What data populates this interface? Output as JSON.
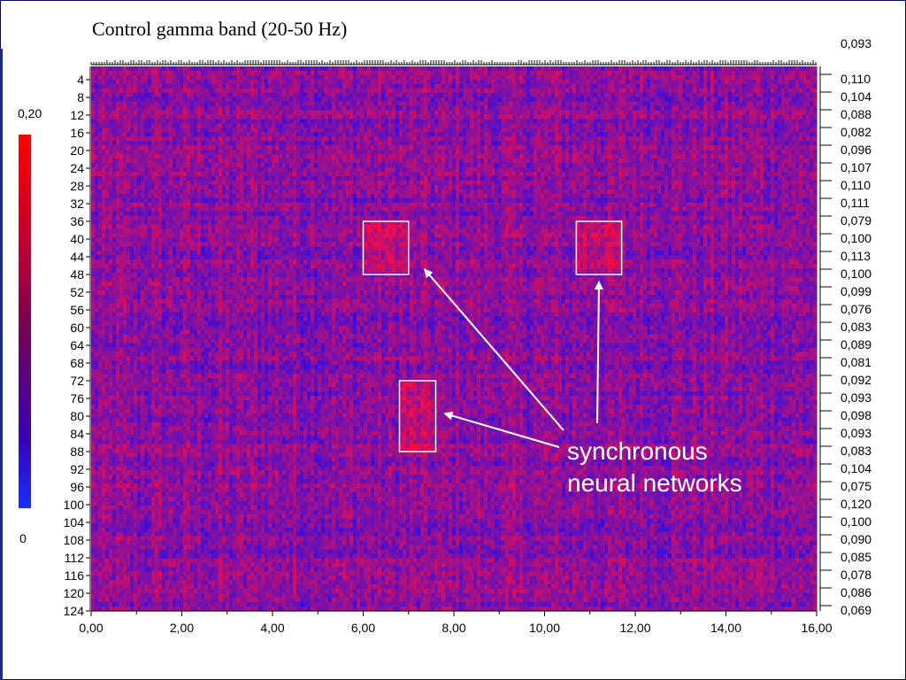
{
  "chart_data": {
    "type": "heatmap",
    "title": "Control  gamma band (20-50 Hz)",
    "xlim": [
      0,
      16
    ],
    "ylim": [
      1,
      124
    ],
    "x_tick_labels": [
      "0,00",
      "2,00",
      "4,00",
      "6,00",
      "8,00",
      "10,00",
      "12,00",
      "14,00",
      "16,00"
    ],
    "y_tick_labels": [
      "4",
      "8",
      "12",
      "16",
      "20",
      "24",
      "28",
      "32",
      "36",
      "40",
      "44",
      "48",
      "52",
      "56",
      "60",
      "64",
      "68",
      "72",
      "76",
      "80",
      "84",
      "88",
      "92",
      "96",
      "100",
      "104",
      "108",
      "112",
      "116",
      "120",
      "124"
    ],
    "colorbar": {
      "max_label": "0,20",
      "min_label": "0",
      "range": [
        0,
        0.2
      ],
      "high_color": "#ff0000",
      "low_color": "#1530ff"
    },
    "row_mean_top": "0,093",
    "row_means": [
      "0,110",
      "0,104",
      "0,088",
      "0,082",
      "0,096",
      "0,107",
      "0,110",
      "0,111",
      "0,079",
      "0,100",
      "0,113",
      "0,100",
      "0,099",
      "0,076",
      "0,083",
      "0,089",
      "0,081",
      "0,092",
      "0,093",
      "0,098",
      "0,093",
      "0,083",
      "0,104",
      "0,075",
      "0,120",
      "0,100",
      "0,090",
      "0,085",
      "0,078",
      "0,086",
      "0,069"
    ],
    "highlighted_regions": [
      {
        "x_range": [
          6.0,
          7.0
        ],
        "y_range": [
          36,
          48
        ]
      },
      {
        "x_range": [
          10.7,
          11.7
        ],
        "y_range": [
          36,
          48
        ]
      },
      {
        "x_range": [
          6.8,
          7.6
        ],
        "y_range": [
          72,
          88
        ]
      }
    ],
    "annotation": [
      "synchronous",
      "neural networks"
    ]
  },
  "colors": {
    "background": "#ffffff",
    "frame": "#0a0a6a",
    "annotation_text": "#ffffff",
    "box_stroke": "#ffffff"
  }
}
